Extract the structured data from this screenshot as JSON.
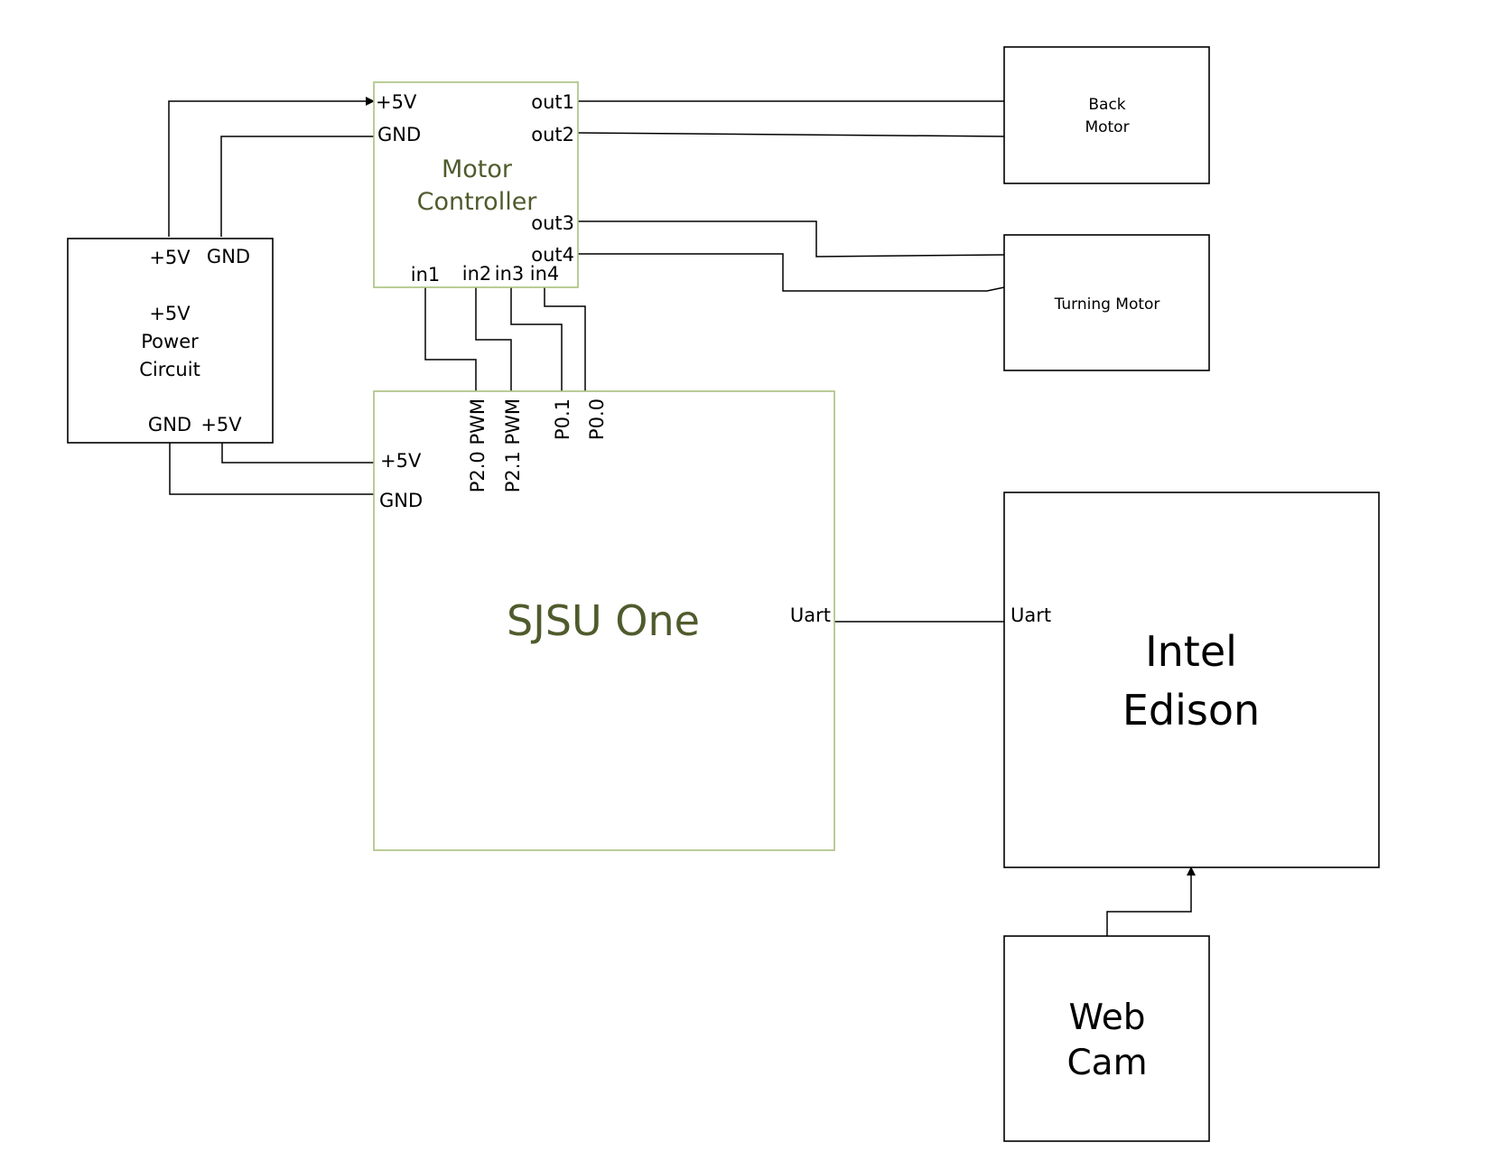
{
  "power_circuit": {
    "title_lines": [
      "+5V",
      "Power",
      "Circuit"
    ],
    "top_pins": [
      "+5V",
      "GND"
    ],
    "bottom_pins": [
      "GND",
      "+5V"
    ]
  },
  "motor_controller": {
    "title_lines": [
      "Motor",
      "Controller"
    ],
    "left_pins": [
      "+5V",
      "GND"
    ],
    "right_pins": [
      "out1",
      "out2",
      "out3",
      "out4"
    ],
    "bottom_pins": [
      "in1",
      "in2",
      "in3",
      "in4"
    ]
  },
  "sjsu_one": {
    "title": "SJSU One",
    "top_pins": [
      "P2.0 PWM",
      "P2.1 PWM",
      "P0.1",
      "P0.0"
    ],
    "left_pins": [
      "+5V",
      "GND"
    ],
    "right_pin": "Uart"
  },
  "back_motor": {
    "title_lines": [
      "Back",
      "Motor"
    ]
  },
  "turning_motor": {
    "title": "Turning Motor"
  },
  "intel_edison": {
    "title_lines": [
      "Intel",
      "Edison"
    ],
    "left_pin": "Uart"
  },
  "web_cam": {
    "title_lines": [
      "Web",
      "Cam"
    ]
  }
}
